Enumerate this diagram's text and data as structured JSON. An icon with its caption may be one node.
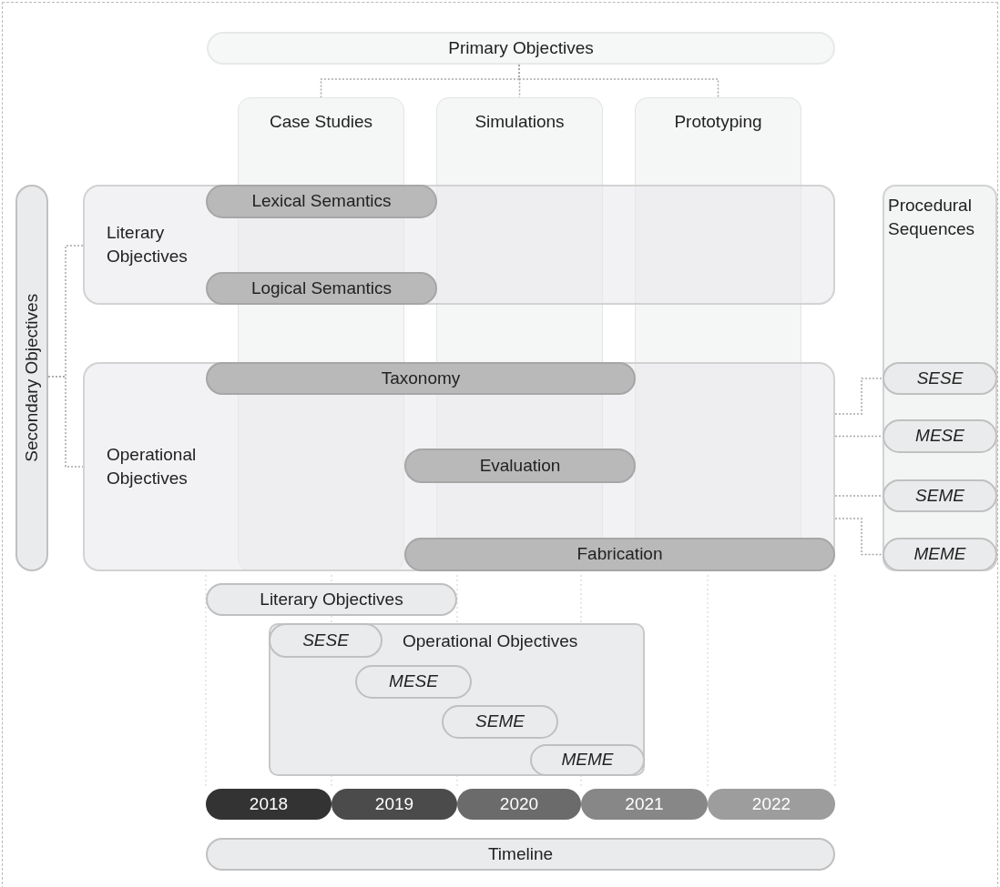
{
  "diagram": {
    "nodes": [
      {
        "text": [
          "Primary Objectives"
        ]
      },
      {
        "text": [
          "Case Studies"
        ]
      },
      {
        "text": [
          "Simulations"
        ]
      },
      {
        "text": [
          "Prototyping"
        ]
      },
      {
        "text": [
          "Secondary Objectives"
        ]
      },
      {
        "text": [
          "Literary Objectives"
        ]
      },
      {
        "text": [
          "Lexical Semantics"
        ],
        "in": 5
      },
      {
        "text": [
          "Logical Semantics"
        ],
        "in": 5
      },
      {
        "text": [
          "Operational Objectives"
        ]
      },
      {
        "text": [
          "Taxonomy"
        ],
        "in": 8
      },
      {
        "text": [
          "Evaluation"
        ],
        "in": 8
      },
      {
        "text": [
          "Fabrication"
        ],
        "in": 8
      },
      {
        "text": [
          "Procedural Sequences"
        ]
      },
      {
        "text": [
          "SESE"
        ],
        "in": 12
      },
      {
        "text": [
          "MESE"
        ],
        "in": 12
      },
      {
        "text": [
          "SEME"
        ],
        "in": 12
      },
      {
        "text": [
          "MEME"
        ],
        "in": 12
      },
      {
        "text": [
          "Literary Objectives"
        ]
      },
      {
        "text": [
          "Operational Objectives"
        ]
      },
      {
        "text": [
          "SESE"
        ],
        "in": 18
      },
      {
        "text": [
          "MESE"
        ],
        "in": 18
      },
      {
        "text": [
          "SEME"
        ],
        "in": 18
      },
      {
        "text": [
          "MEME"
        ],
        "in": 18
      },
      {
        "text": [
          "2018"
        ]
      },
      {
        "text": [
          "2019"
        ]
      },
      {
        "text": [
          "2020"
        ]
      },
      {
        "text": [
          "2021"
        ]
      },
      {
        "text": [
          "2022"
        ]
      },
      {
        "text": [
          "Timeline"
        ]
      }
    ],
    "edges": [
      {
        "from": 0,
        "to": 1,
        "arrow": "none"
      },
      {
        "from": 0,
        "to": 2,
        "arrow": "none"
      },
      {
        "from": 0,
        "to": 3,
        "arrow": "none"
      },
      {
        "from": 4,
        "to": 5,
        "arrow": "none"
      },
      {
        "from": 4,
        "to": 8,
        "arrow": "none"
      },
      {
        "from": 8,
        "to": 13,
        "arrow": "none"
      },
      {
        "from": 8,
        "to": 14,
        "arrow": "none"
      },
      {
        "from": 8,
        "to": 15,
        "arrow": "none"
      },
      {
        "from": 8,
        "to": 16,
        "arrow": "none"
      }
    ]
  }
}
